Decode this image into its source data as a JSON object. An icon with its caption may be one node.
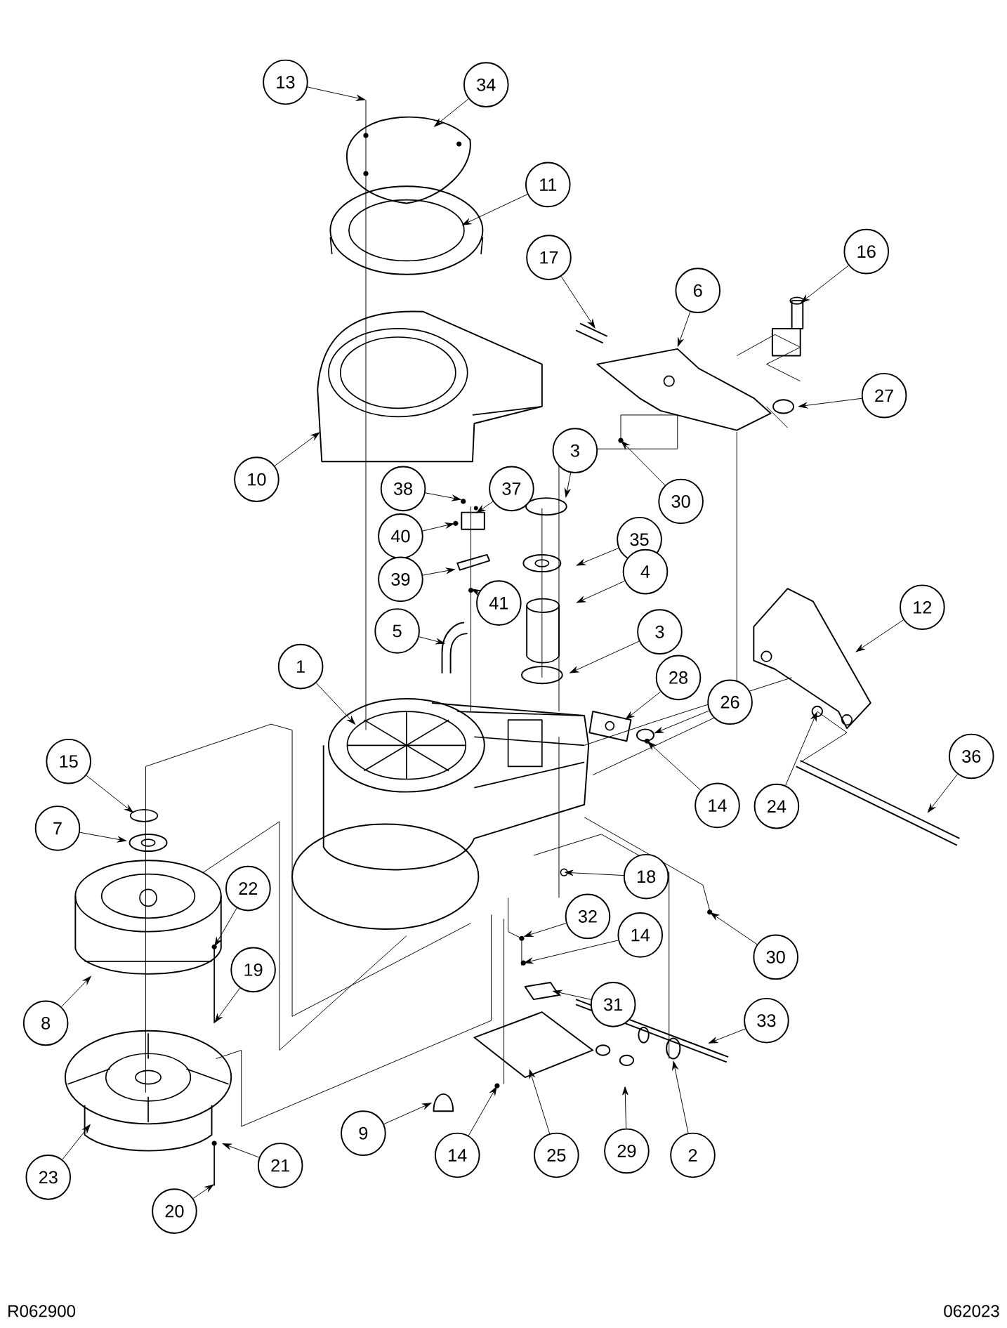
{
  "diagram": {
    "nodes": [
      {
        "text": [
          "13"
        ]
      },
      {
        "text": [
          "34"
        ]
      },
      {
        "text": [
          "11"
        ]
      },
      {
        "text": [
          "16"
        ]
      },
      {
        "text": [
          "17"
        ]
      },
      {
        "text": [
          "6"
        ]
      },
      {
        "text": [
          "27"
        ]
      },
      {
        "text": [
          "3"
        ]
      },
      {
        "text": [
          "10"
        ]
      },
      {
        "text": [
          "38"
        ]
      },
      {
        "text": [
          "37"
        ]
      },
      {
        "text": [
          "30"
        ]
      },
      {
        "text": [
          "40"
        ]
      },
      {
        "text": [
          "35"
        ]
      },
      {
        "text": [
          "4"
        ]
      },
      {
        "text": [
          "39"
        ]
      },
      {
        "text": [
          "41"
        ]
      },
      {
        "text": [
          "5"
        ]
      },
      {
        "text": [
          "12"
        ]
      },
      {
        "text": [
          "3"
        ]
      },
      {
        "text": [
          "1"
        ]
      },
      {
        "text": [
          "28"
        ]
      },
      {
        "text": [
          "26"
        ]
      },
      {
        "text": [
          "15"
        ]
      },
      {
        "text": [
          "36"
        ]
      },
      {
        "text": [
          "14"
        ]
      },
      {
        "text": [
          "24"
        ]
      },
      {
        "text": [
          "7"
        ]
      },
      {
        "text": [
          "18"
        ]
      },
      {
        "text": [
          "22"
        ]
      },
      {
        "text": [
          "32"
        ]
      },
      {
        "text": [
          "14"
        ]
      },
      {
        "text": [
          "30"
        ]
      },
      {
        "text": [
          "19"
        ]
      },
      {
        "text": [
          "31"
        ]
      },
      {
        "text": [
          "8"
        ]
      },
      {
        "text": [
          "33"
        ]
      },
      {
        "text": [
          "9"
        ]
      },
      {
        "text": [
          "14"
        ]
      },
      {
        "text": [
          "25"
        ]
      },
      {
        "text": [
          "29"
        ]
      },
      {
        "text": [
          "2"
        ]
      },
      {
        "text": [
          "21"
        ]
      },
      {
        "text": [
          "23"
        ]
      },
      {
        "text": [
          "20"
        ]
      }
    ],
    "edges": [
      {
        "from": 0,
        "to": null,
        "arrow": "to"
      },
      {
        "from": 1,
        "to": null,
        "arrow": "to"
      },
      {
        "from": 2,
        "to": null,
        "arrow": "to"
      },
      {
        "from": 3,
        "to": null,
        "arrow": "to"
      },
      {
        "from": 4,
        "to": null,
        "arrow": "to"
      },
      {
        "from": 5,
        "to": null,
        "arrow": "to"
      },
      {
        "from": 6,
        "to": null,
        "arrow": "to"
      },
      {
        "from": 7,
        "to": null,
        "arrow": "to"
      },
      {
        "from": 8,
        "to": null,
        "arrow": "to"
      },
      {
        "from": 9,
        "to": null,
        "arrow": "to"
      },
      {
        "from": 10,
        "to": null,
        "arrow": "to"
      },
      {
        "from": 11,
        "to": null,
        "arrow": "to"
      },
      {
        "from": 12,
        "to": null,
        "arrow": "to"
      },
      {
        "from": 13,
        "to": null,
        "arrow": "to"
      },
      {
        "from": 14,
        "to": null,
        "arrow": "to"
      },
      {
        "from": 15,
        "to": null,
        "arrow": "to"
      },
      {
        "from": 16,
        "to": null,
        "arrow": "to"
      },
      {
        "from": 17,
        "to": null,
        "arrow": "to"
      },
      {
        "from": 18,
        "to": null,
        "arrow": "to"
      },
      {
        "from": 19,
        "to": null,
        "arrow": "to"
      },
      {
        "from": 20,
        "to": null,
        "arrow": "to"
      },
      {
        "from": 21,
        "to": null,
        "arrow": "to"
      },
      {
        "from": 22,
        "to": null,
        "arrow": "to"
      },
      {
        "from": 23,
        "to": null,
        "arrow": "to"
      },
      {
        "from": 24,
        "to": null,
        "arrow": "to"
      },
      {
        "from": 25,
        "to": null,
        "arrow": "to"
      },
      {
        "from": 26,
        "to": null,
        "arrow": "to"
      },
      {
        "from": 27,
        "to": null,
        "arrow": "to"
      },
      {
        "from": 28,
        "to": null,
        "arrow": "to"
      },
      {
        "from": 29,
        "to": null,
        "arrow": "to"
      },
      {
        "from": 30,
        "to": null,
        "arrow": "to"
      },
      {
        "from": 31,
        "to": null,
        "arrow": "to"
      },
      {
        "from": 32,
        "to": null,
        "arrow": "to"
      },
      {
        "from": 33,
        "to": null,
        "arrow": "to"
      },
      {
        "from": 34,
        "to": null,
        "arrow": "to"
      },
      {
        "from": 35,
        "to": null,
        "arrow": "to"
      },
      {
        "from": 36,
        "to": null,
        "arrow": "to"
      },
      {
        "from": 37,
        "to": null,
        "arrow": "to"
      },
      {
        "from": 38,
        "to": null,
        "arrow": "to"
      },
      {
        "from": 39,
        "to": null,
        "arrow": "to"
      },
      {
        "from": 40,
        "to": null,
        "arrow": "to"
      },
      {
        "from": 41,
        "to": null,
        "arrow": "to"
      },
      {
        "from": 42,
        "to": null,
        "arrow": "to"
      },
      {
        "from": 43,
        "to": null,
        "arrow": "to"
      },
      {
        "from": 44,
        "to": null,
        "arrow": "to"
      }
    ],
    "labels": [
      "R062900",
      "062023"
    ]
  }
}
